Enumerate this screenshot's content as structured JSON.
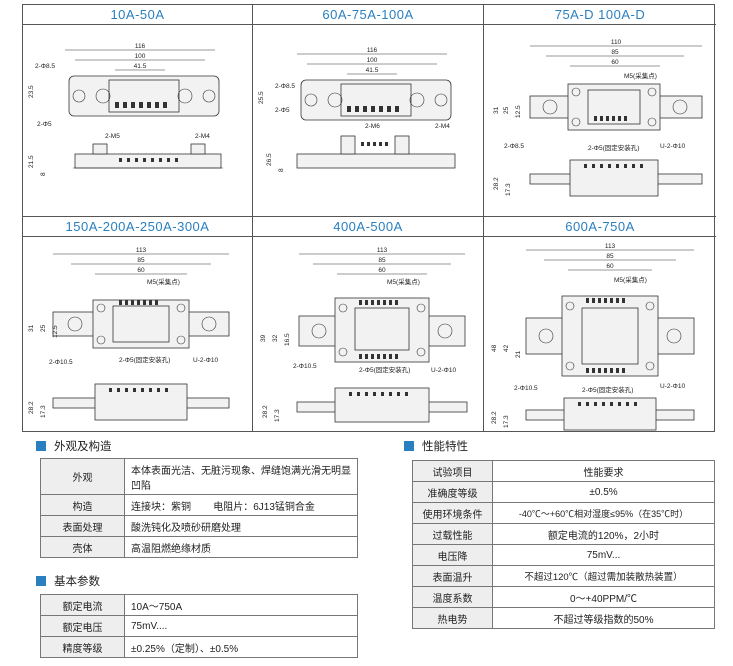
{
  "cells": [
    {
      "title": "10A-50A",
      "dims": {
        "w_total": "116",
        "w_mid": "100",
        "w_inner": "41.5",
        "h": "23.5",
        "hole_big": "2-Φ8.5",
        "hole_small": "2-Φ5",
        "screw_a": "2-M5",
        "screw_b": "2-M4",
        "h_side": "21.5",
        "h_base": "8"
      }
    },
    {
      "title": "60A-75A-100A",
      "dims": {
        "w_total": "116",
        "w_mid": "100",
        "w_inner": "41.5",
        "h": "25.5",
        "hole_big": "2-Φ8.5",
        "hole_small": "2-Φ5",
        "screw_a": "2-M6",
        "screw_b": "2-M4",
        "h_side": "26.5",
        "h_base": "8"
      }
    },
    {
      "title": "75A-D   100A-D",
      "dims": {
        "w_total": "110",
        "w_mid": "85",
        "w_inner": "60",
        "screw": "M5(采集点)",
        "h": "31",
        "h2": "25",
        "h3": "12.5",
        "hole_big": "2-Φ8.5",
        "hole_small": "2-Φ5(固定安装孔)",
        "u": "U-2-Φ10",
        "h_side": "28.2",
        "h_base": "17.3"
      }
    },
    {
      "title": "150A-200A-250A-300A",
      "dims": {
        "w_total": "113",
        "w_mid": "85",
        "w_inner": "60",
        "screw": "M5(采集点)",
        "h": "31",
        "h2": "25",
        "h3": "12.5",
        "hole_big": "2-Φ10.5",
        "hole_small": "2-Φ5(固定安装孔)",
        "u": "U-2-Φ10",
        "h_side": "28.2",
        "h_base": "17.3"
      }
    },
    {
      "title": "400A-500A",
      "dims": {
        "w_total": "113",
        "w_mid": "85",
        "w_inner": "60",
        "screw": "M5(采集点)",
        "h": "39",
        "h2": "32",
        "h3": "16.5",
        "hole_big": "2-Φ10.5",
        "hole_small": "2-Φ5(固定安装孔)",
        "u": "U-2-Φ10",
        "h_side": "28.2",
        "h_base": "17.3"
      }
    },
    {
      "title": "600A-750A",
      "dims": {
        "w_total": "113",
        "w_mid": "85",
        "w_inner": "60",
        "screw": "M5(采集点)",
        "h": "48",
        "h2": "42",
        "h3": "21",
        "hole_big": "2-Φ10.5",
        "hole_small": "2-Φ5(固定安装孔)",
        "u": "U-2-Φ10",
        "h_side": "28.2",
        "h_base": "17.3"
      }
    }
  ],
  "appearance": {
    "heading": "外观及构造",
    "rows": [
      {
        "label": "外观",
        "value": "本体表面光洁、无脏污现象、焊缝饱满光滑无明显凹陷"
      },
      {
        "label": "构造",
        "value": "连接块：紫铜        电阻片：6J13锰铜合金"
      },
      {
        "label": "表面处理",
        "value": "酸洗钝化及喷砂研磨处理"
      },
      {
        "label": "壳体",
        "value": "高温阻燃绝缘材质"
      }
    ]
  },
  "basic": {
    "heading": "基本参数",
    "rows": [
      {
        "label": "额定电流",
        "value": "10A～750A"
      },
      {
        "label": "额定电压",
        "value": "75mV...."
      },
      {
        "label": "精度等级",
        "value": "±0.25%（定制）、±0.5%"
      }
    ]
  },
  "performance": {
    "heading": "性能特性",
    "header": {
      "label": "试验项目",
      "value": "性能要求"
    },
    "rows": [
      {
        "label": "准确度等级",
        "value": "±0.5%"
      },
      {
        "label": "使用环境条件",
        "value": "-40℃～+60℃相对湿度≤95%（在35℃时）"
      },
      {
        "label": "过载性能",
        "value": "额定电流的120%，2小时"
      },
      {
        "label": "电压降",
        "value": "75mV..."
      },
      {
        "label": "表面温升",
        "value": "不超过120℃（超过需加装散热装置）"
      },
      {
        "label": "温度系数",
        "value": "0～+40PPM/℃"
      },
      {
        "label": "热电势",
        "value": "不超过等级指数的50%"
      }
    ]
  }
}
